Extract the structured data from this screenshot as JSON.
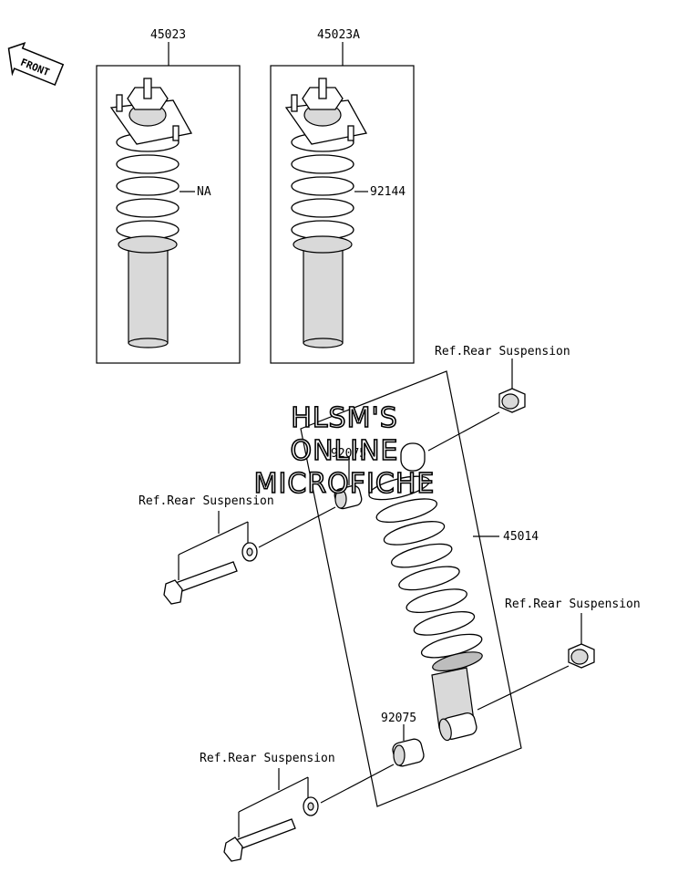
{
  "front_arrow": {
    "label": "FRONT"
  },
  "callouts": {
    "kit_left_part": "45023",
    "kit_right_part": "45023A",
    "kit_left_spring": "NA",
    "kit_right_spring": "92144",
    "shock_absorber": "45014",
    "upper_bushing": "92075",
    "lower_bushing": "92075",
    "ref_upper_right": "Ref.Rear Suspension",
    "ref_upper_left": "Ref.Rear Suspension",
    "ref_lower_right": "Ref.Rear Suspension",
    "ref_lower_left": "Ref.Rear Suspension"
  },
  "watermark": {
    "line1": "HLSM'S",
    "line2": "ONLINE",
    "line3": "MICROFICHE"
  }
}
